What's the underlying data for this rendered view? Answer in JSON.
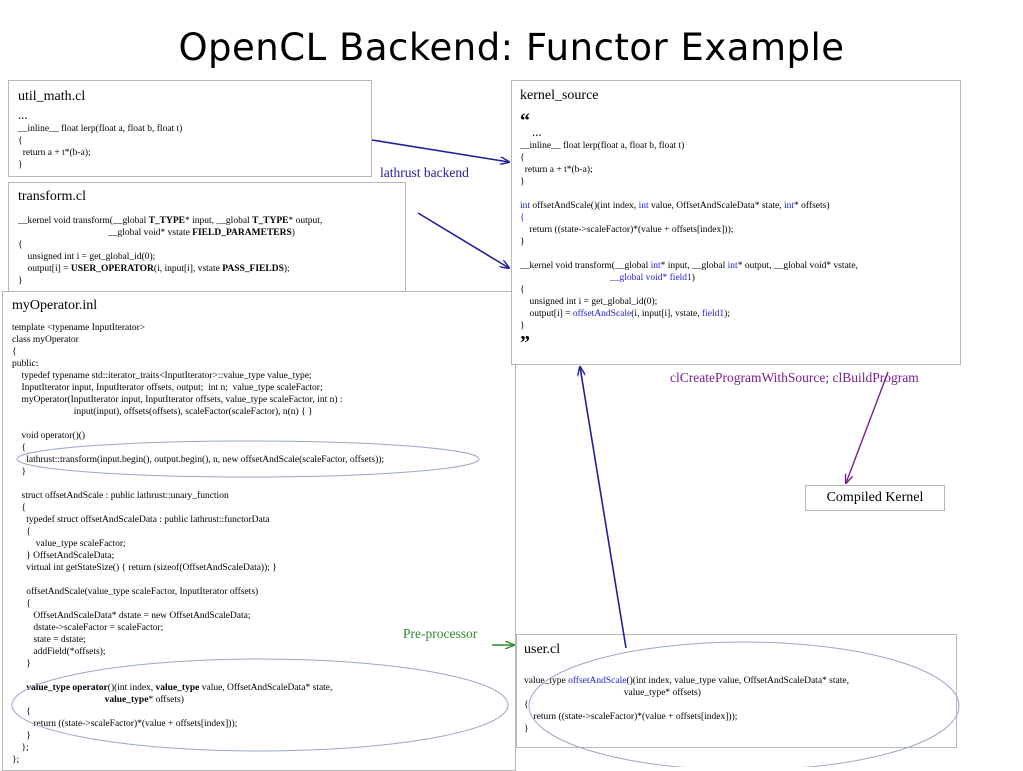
{
  "slide": {
    "title": "OpenCL Backend: Functor Example"
  },
  "util_math": {
    "title": "util_math.cl",
    "lines": [
      "…",
      "__inline__ float lerp(float a, float b, float t)",
      "{",
      "  return a + t*(b-a);",
      "}"
    ]
  },
  "transform": {
    "title": "transform.cl",
    "l1a": "__kernel void transform(__global ",
    "l1b": "T_TYPE",
    "l1c": "* input, __global ",
    "l1d": "T_TYPE",
    "l1e": "* output,",
    "l2a": "__global void* vstate ",
    "l2b": "FIELD_PARAMETERS",
    "l2c": ")",
    "l3": "{",
    "l4": "    unsigned int i = get_global_id(0);",
    "l5a": "    output[i] = ",
    "l5b": "USER_OPERATOR",
    "l5c": "(i, input[i], vstate ",
    "l5d": "PASS_FIELDS",
    "l5e": ");",
    "l6": "}"
  },
  "my_operator": {
    "title": "myOperator.inl",
    "lines_a": [
      "template <typename InputIterator>",
      "class myOperator",
      "{",
      "public:",
      "    typedef typename std::iterator_traits<InputIterator>::value_type value_type;",
      "    InputIterator input, InputIterator offsets, output;  int n;  value_type scaleFactor;",
      "    myOperator(InputIterator input, InputIterator offsets, value_type scaleFactor, int n) :",
      "                          input(input), offsets(offsets), scaleFactor(scaleFactor), n(n) { }",
      "",
      "    void operator()()",
      "    {",
      "      lathrust::transform(input.begin(), output.begin(), n, new offsetAndScale(scaleFactor, offsets));",
      "    }",
      "",
      "    struct offsetAndScale : public lathrust::unary_function",
      "    {",
      "      typedef struct offsetAndScaleData : public lathrust::functorData",
      "      {",
      "          value_type scaleFactor;",
      "      } OffsetAndScaleData;",
      "      virtual int getStateSize() { return (sizeof(OffsetAndScaleData)); }",
      "",
      "      offsetAndScale(value_type scaleFactor, InputIterator offsets)",
      "      {",
      "         OffsetAndScaleData* dstate = new OffsetAndScaleData;",
      "         dstate->scaleFactor = scaleFactor;",
      "         state = dstate;",
      "         addField(*offsets);",
      "      }",
      ""
    ],
    "op_a": "      ",
    "op_b": "value_type operator",
    "op_c": "()(int index, ",
    "op_d": "value_type",
    "op_e": " value, OffsetAndScaleData* state,",
    "op2_a": "                                       ",
    "op2_b": "value_type",
    "op2_c": "* offsets)",
    "lines_b": [
      "      {",
      "         return ((state->scaleFactor)*(value + offsets[index]));",
      "      }",
      "    };",
      "};"
    ]
  },
  "kernel_source": {
    "title": "kernel_source",
    "open_quote": "“",
    "close_quote": "”",
    "ellipsis": "…",
    "lerp": [
      "__inline__ float lerp(float a, float b, float t)",
      "{",
      "  return a + t*(b-a);",
      "}"
    ],
    "off_a": "int",
    "off_b": " offsetAndScale()(int index, ",
    "off_c": "int",
    "off_d": " value, OffsetAndScaleData* state, ",
    "off_e": "int",
    "off_f": "* offsets)",
    "off_open": "{",
    "off_ret": "    return ((state->scaleFactor)*(value + offsets[index]));",
    "off_close": "}",
    "tr_a": "__kernel void transform(__global ",
    "tr_b": "int",
    "tr_c": "* input, __global ",
    "tr_d": "int",
    "tr_e": "* output, __global void* vstate,",
    "tr2_a": "                                    ",
    "tr2_b": "__global void* field1",
    "tr2_c": ")",
    "tr_open": "{",
    "tr_get": "    unsigned int i = get_global_id(0);",
    "tr_out_a": "    output[i] = ",
    "tr_out_b": "offsetAndScale",
    "tr_out_c": "(i, input[i], vstate, ",
    "tr_out_d": "field1",
    "tr_out_e": ");",
    "tr_close": "}"
  },
  "user_cl": {
    "title": "user.cl",
    "l1a": "value_type ",
    "l1b": "offsetAndScale",
    "l1c": "()(int index, value_type value, OffsetAndScaleData* state,",
    "l2": "                                          value_type* offsets)",
    "l3": "{",
    "l4": "    return ((state->scaleFactor)*(value + offsets[index]));",
    "l5": "}"
  },
  "compiled_kernel": {
    "title": "Compiled Kernel"
  },
  "labels": {
    "lathrust_backend": "lathrust backend",
    "build_program": "clCreateProgramWithSource; clBuildProgram",
    "pre_processor": "Pre-processor"
  },
  "colors": {
    "blue": "#1a1adf",
    "navy": "#1f1f9a",
    "purple": "#7a1f8f",
    "green": "#2e8b2e",
    "ellipse": "#9aa6c8"
  }
}
